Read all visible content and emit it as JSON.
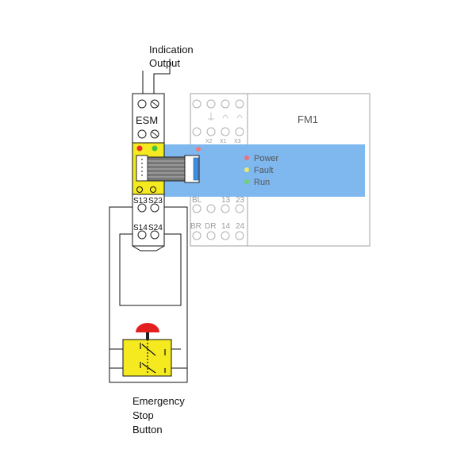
{
  "diagram": {
    "indication_label_line1": "Indication",
    "indication_label_line2": "Output",
    "esm_label": "ESM",
    "esm_terminals": {
      "s13": "S13",
      "s23": "S23",
      "s14": "S14",
      "s24": "S24"
    },
    "fm1_label": "FM1",
    "fm1_top_terminals": {
      "x2": "X2",
      "x1": "X1",
      "x3": "X3"
    },
    "fm1_bottom_terminals": {
      "bl": "BL",
      "t13": "13",
      "t23": "23",
      "br": "BR",
      "dr": "DR",
      "t14": "14",
      "t24": "24"
    },
    "leds": {
      "power": "Power",
      "fault": "Fault",
      "run": "Run"
    },
    "estop_label_line1": "Emergency",
    "estop_label_line2": "Stop",
    "estop_label_line3": "Button"
  }
}
